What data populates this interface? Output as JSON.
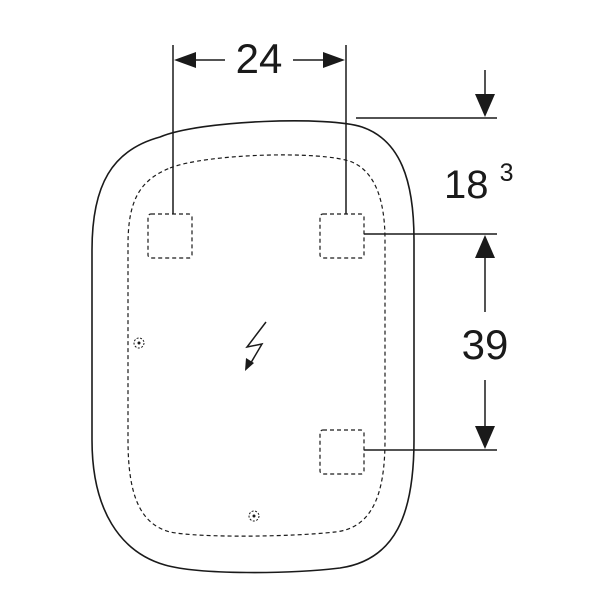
{
  "dimensions": {
    "width_label": "24",
    "top_offset_label": "18",
    "top_offset_superscript": "3",
    "vertical_spacing_label": "39"
  },
  "colors": {
    "line": "#1a1a1a",
    "background": "#ffffff"
  },
  "icons": {
    "power": "electrical-lightning-icon"
  }
}
